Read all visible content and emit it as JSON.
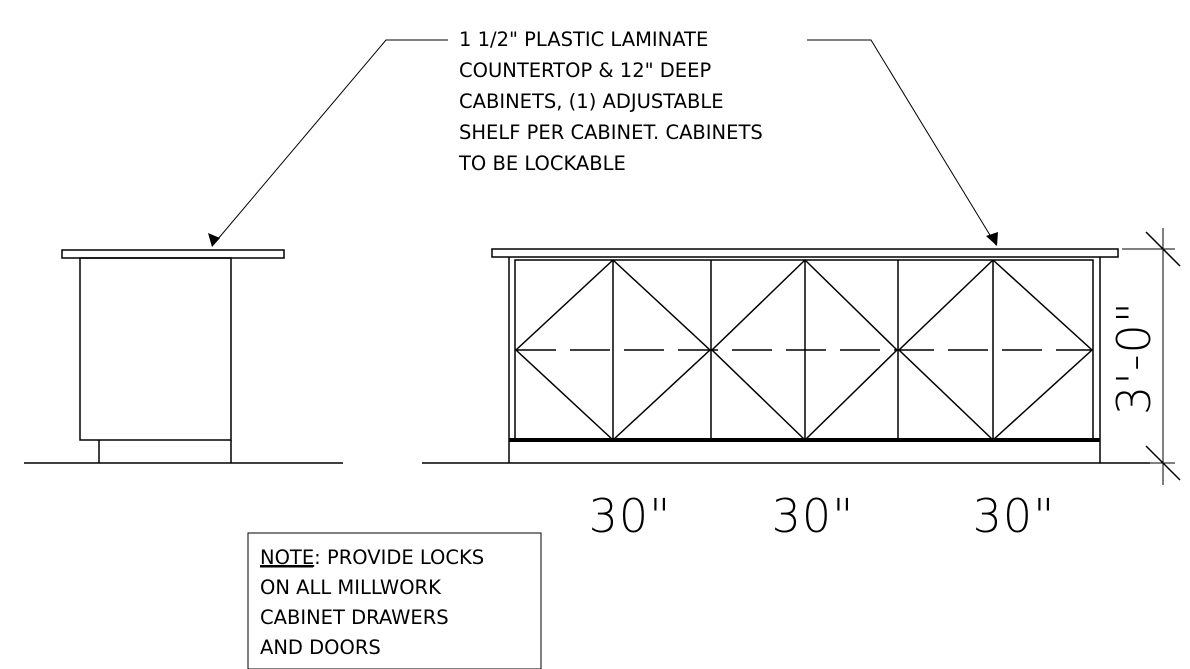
{
  "callout": {
    "lines": [
      "1 1/2\" PLASTIC LAMINATE",
      "COUNTERTOP & 12\" DEEP",
      "CABINETS, (1) ADJUSTABLE",
      "SHELF PER CABINET. CABINETS",
      "TO BE LOCKABLE"
    ]
  },
  "dimensions": {
    "widths": [
      "30\"",
      "30\"",
      "30\""
    ],
    "height": "3'-0\""
  },
  "note": {
    "label": "NOTE",
    "first_line_rest": ": PROVIDE LOCKS",
    "lines": [
      "ON ALL MILLWORK",
      "CABINET DRAWERS",
      "AND DOORS"
    ]
  }
}
